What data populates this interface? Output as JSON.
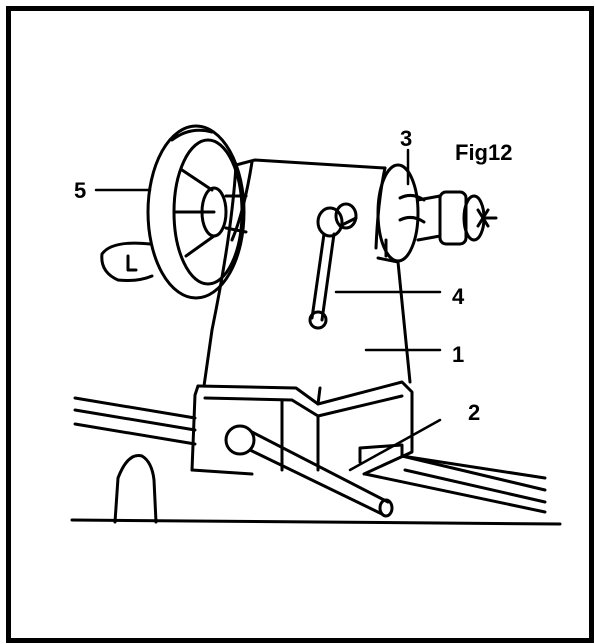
{
  "figure": {
    "title": "Fig12"
  },
  "callouts": [
    {
      "id": "1",
      "label": "1"
    },
    {
      "id": "2",
      "label": "2"
    },
    {
      "id": "3",
      "label": "3"
    },
    {
      "id": "4",
      "label": "4"
    },
    {
      "id": "5",
      "label": "5"
    }
  ],
  "colors": {
    "ink": "#000000",
    "paper": "#ffffff"
  }
}
